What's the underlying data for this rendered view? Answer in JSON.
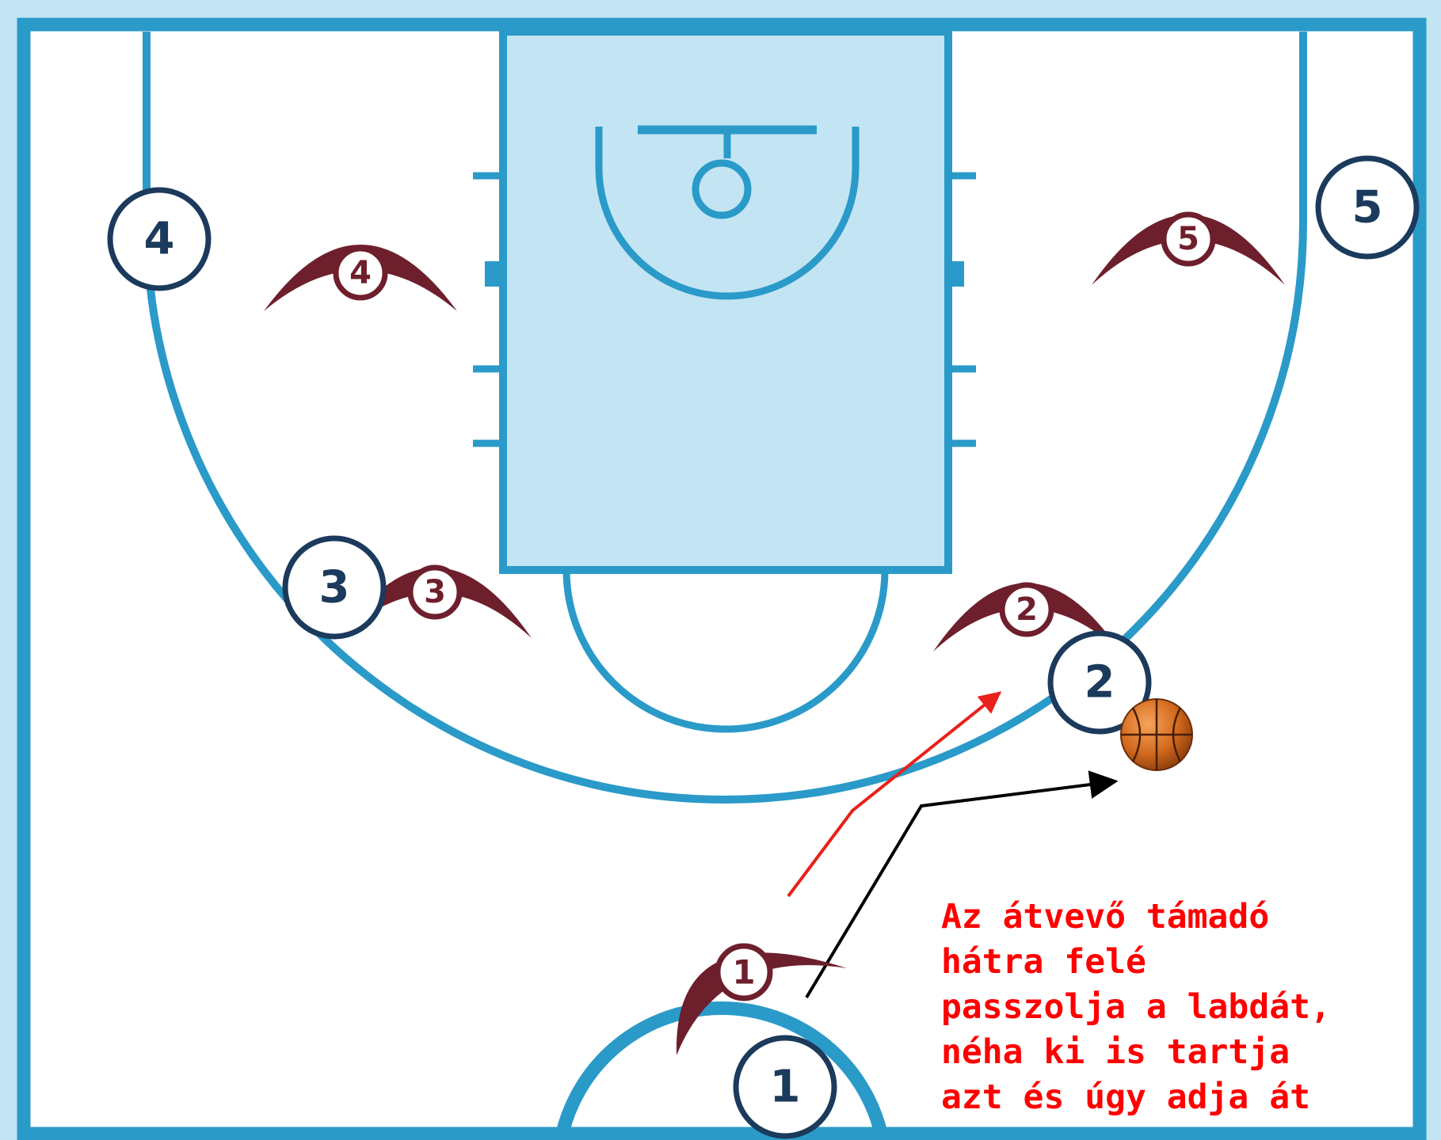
{
  "colors": {
    "court_line": "#2a9ac9",
    "paint_fill": "#c3e4f3",
    "court_background": "#ffffff",
    "outer_background": "#c3e4f3",
    "offense_player": "#1b3a5c",
    "defense_player": "#6e1f2c",
    "ball_cut_arrow": "#e8211c",
    "pass_arrow": "#000000",
    "caption_text": "#ff0000",
    "ball": "#d2691e"
  },
  "offense": [
    {
      "number": "1"
    },
    {
      "number": "2"
    },
    {
      "number": "3"
    },
    {
      "number": "4"
    },
    {
      "number": "5"
    }
  ],
  "defense": [
    {
      "number": "1"
    },
    {
      "number": "2"
    },
    {
      "number": "3"
    },
    {
      "number": "4"
    },
    {
      "number": "5"
    }
  ],
  "ball_icon": "basketball-icon",
  "caption": {
    "lines": [
      "Az átvevő támadó",
      "hátra felé",
      "passzolja a labdát,",
      "néha ki is tartja",
      "azt és úgy adja át"
    ]
  }
}
